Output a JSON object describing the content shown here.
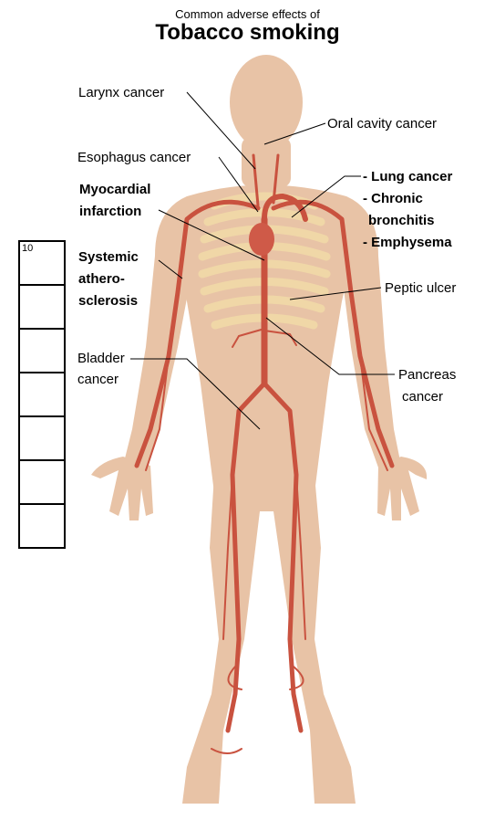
{
  "header": {
    "subtitle": "Common adverse effects of",
    "title": "Tobacco smoking"
  },
  "labels": {
    "larynx": "Larynx cancer",
    "oral": "Oral cavity cancer",
    "esophagus": "Esophagus cancer",
    "lung": "- Lung cancer",
    "chronic1": "- Chronic",
    "chronic2": "bronchitis",
    "emphysema": "- Emphysema",
    "myocardial1": "Myocardial",
    "myocardial2": "infarction",
    "systemic1": "Systemic",
    "systemic2": "athero-",
    "systemic3": "sclerosis",
    "peptic": "Peptic ulcer",
    "bladder1": "Bladder",
    "bladder2": "cancer",
    "pancreas1": "Pancreas",
    "pancreas2": "cancer"
  },
  "scale_box": {
    "top_label": "10",
    "cells": 7
  },
  "colors": {
    "skin": "#e8c3a6",
    "artery": "#c9523f",
    "ribs": "#f1d9a8",
    "heart": "#cf5a48"
  }
}
